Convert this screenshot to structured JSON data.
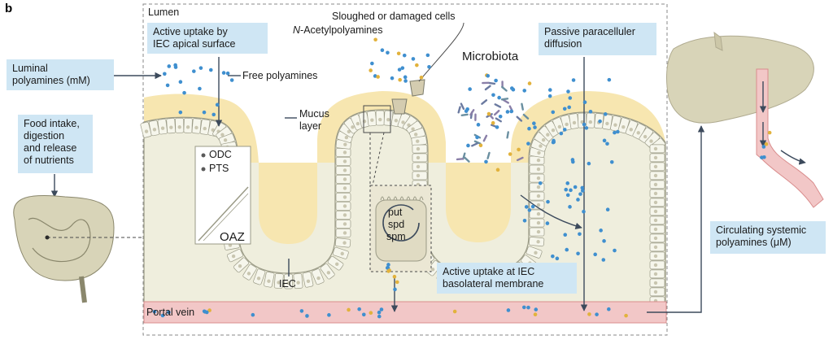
{
  "panel_letter": "b",
  "labels": {
    "lumen": "Lumen",
    "sloughed": "Sloughed or damaged cells",
    "acetyl_prefix": "N",
    "acetyl_rest": "-Acetylpolyamines",
    "microbiota": "Microbiota",
    "free_polyamines": "Free polyamines",
    "mucus": "Mucus\nlayer",
    "odc": "ODC",
    "pts": "PTS",
    "oaz": "OAZ",
    "put": "put",
    "spd": "spd",
    "spm": "spm",
    "iec": "IEC",
    "portal_vein": "Portal vein"
  },
  "boxes": {
    "active_apical": "Active uptake by\nIEC apical surface",
    "passive": "Passive paracelluler\ndiffusion",
    "luminal": "Luminal\npolyamines (mM)",
    "food": "Food intake,\ndigestion\nand release\nof nutrients",
    "basolateral": "Active uptake at IEC\nbasolateral membrane",
    "circulating": "Circulating systemic\npolyamines (μM)"
  },
  "colors": {
    "mucus": "#f7e6b0",
    "tissue": "#efeedd",
    "cell_fill": "#f6f6ec",
    "cell_stroke": "#9a9a86",
    "vein": "#f2c7c7",
    "vein_edge": "#d98c8c",
    "blue_dot": "#3f8fcf",
    "gold_dot": "#e2b23c",
    "arrow": "#3c4a5c",
    "box_fill": "#cfe6f4",
    "liver": "#d8d4b8"
  }
}
